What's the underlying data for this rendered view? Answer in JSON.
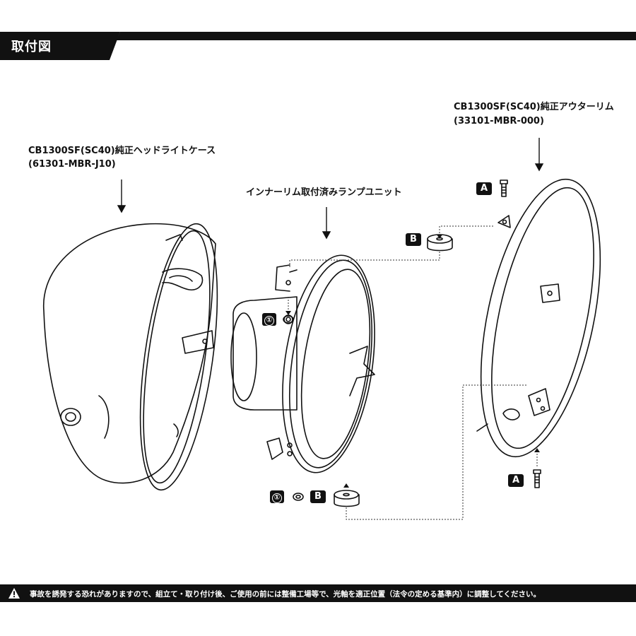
{
  "header": {
    "title": "取付図"
  },
  "labels": {
    "headlight_case_name": "CB1300SF(SC40)純正ヘッドライトケース",
    "headlight_case_part": "(61301-MBR-J10)",
    "lamp_unit_name": "インナーリム取付済みランプユニット",
    "outer_rim_name": "CB1300SF(SC40)純正アウターリム",
    "outer_rim_part": "(33101-MBR-000)"
  },
  "badges": {
    "a": "A",
    "b": "B",
    "one": "①"
  },
  "footer": {
    "warning": "事故を誘発する恐れがありますので、組立て・取り付け後、ご使用の前には整備工場等で、光軸を適正位置（法令の定める基準内）に調整してください。"
  }
}
